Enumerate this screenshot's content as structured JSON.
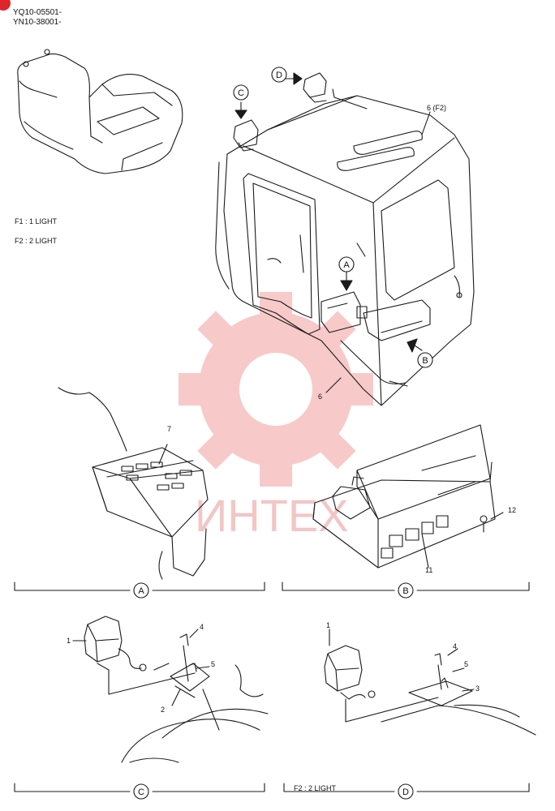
{
  "serials": [
    "YQ10-05501-",
    "YN10-38001-"
  ],
  "legend": {
    "f1": "F1 : 1 LIGHT",
    "f2": "F2 : 2 LIGHT"
  },
  "callouts": {
    "A": "A",
    "B": "B",
    "C": "C",
    "D": "D",
    "p6f2": "6 (F2)",
    "p6": "6",
    "p7": "7",
    "p11": "11",
    "p12": "12",
    "c1": "1",
    "c2": "2",
    "c4": "4",
    "c5": "5",
    "d1": "1",
    "d3": "3",
    "d4": "4",
    "d5": "5"
  },
  "section_labels": {
    "A": "A",
    "B": "B",
    "C": "C",
    "D": "D"
  },
  "d_note": "F2 : 2 LIGHT",
  "watermark": "ИНТЕХ",
  "colors": {
    "line": "#1a1a1a",
    "watermark": "#f08a8a",
    "corner_mark": "#e0242c"
  }
}
